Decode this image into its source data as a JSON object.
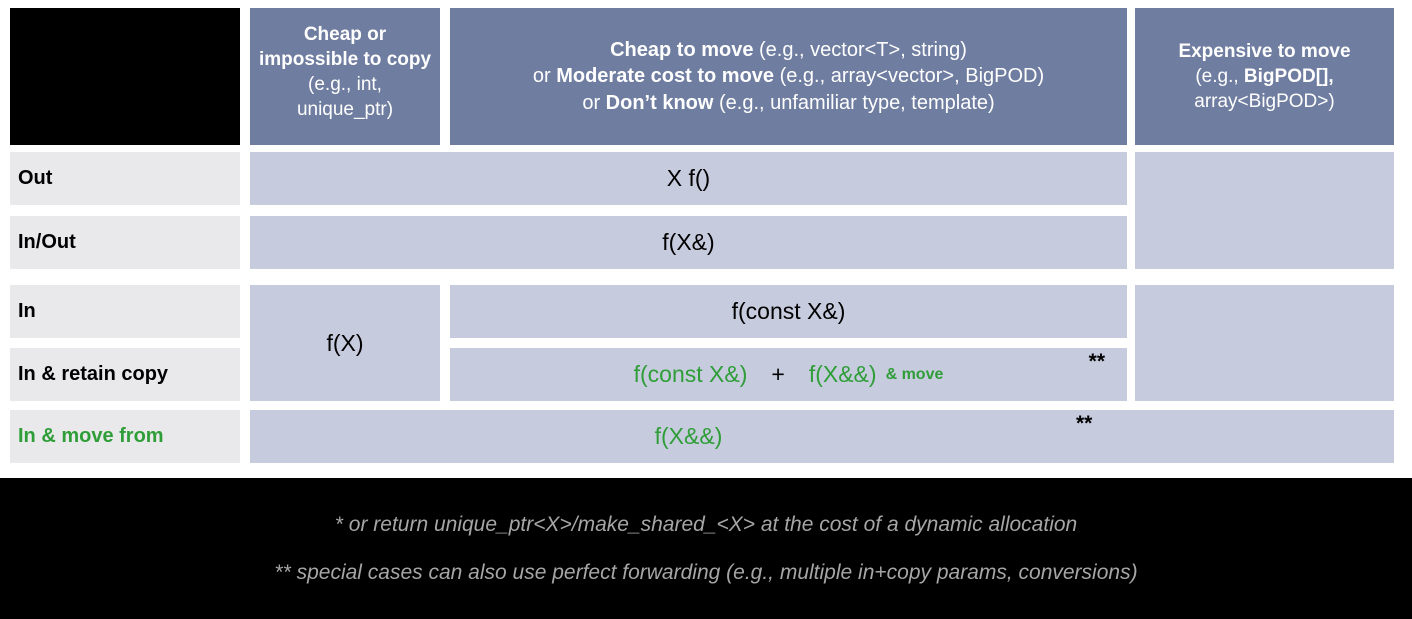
{
  "header": {
    "cheap_copy": {
      "bold": "Cheap or impossible to copy",
      "rest": " (e.g., int, unique_ptr)"
    },
    "movable": {
      "l1b": "Cheap to move",
      "l1r": " (e.g., vector<T>, string)",
      "l2r1": "or ",
      "l2b": "Moderate cost to move",
      "l2r2": " (e.g., array<vector>, BigPOD)",
      "l3r1": "or ",
      "l3b": "Don’t know",
      "l3r2": " (e.g., unfamiliar type, template)"
    },
    "expensive": {
      "l1b": "Expensive to move",
      "l2r": "(e.g., ",
      "l2b": "BigPOD[],",
      "l3r": "array<BigPOD>)"
    }
  },
  "rows": {
    "out": {
      "label": "Out"
    },
    "inout": {
      "label": "In/Out"
    },
    "in": {
      "label": "In"
    },
    "retain": {
      "label": "In & retain copy"
    },
    "movefrom": {
      "label": "In & move from"
    }
  },
  "cells": {
    "out": "X f()",
    "inout": "f(X&)",
    "fx": "f(X)",
    "in_const": "f(const X&)",
    "retain": {
      "green1": "f(const X&)",
      "plus": "+",
      "green2": "f(X&&)",
      "move_note": "& move",
      "stars": "**"
    },
    "movefrom": {
      "text": "f(X&&)",
      "stars": "**"
    }
  },
  "footnotes": {
    "line1": "* or return unique_ptr<X>/make_shared_<X> at the cost of a dynamic allocation",
    "line2": "** special cases can also use perfect forwarding (e.g., multiple in+copy params, conversions)"
  },
  "colors": {
    "header_bg": "#6f7da1",
    "cell_bg": "#c7cbde",
    "row_label_bg": "#e9e9ec",
    "green": "#2f9e38",
    "footnote_text": "#a6a6a6",
    "black": "#000000"
  }
}
